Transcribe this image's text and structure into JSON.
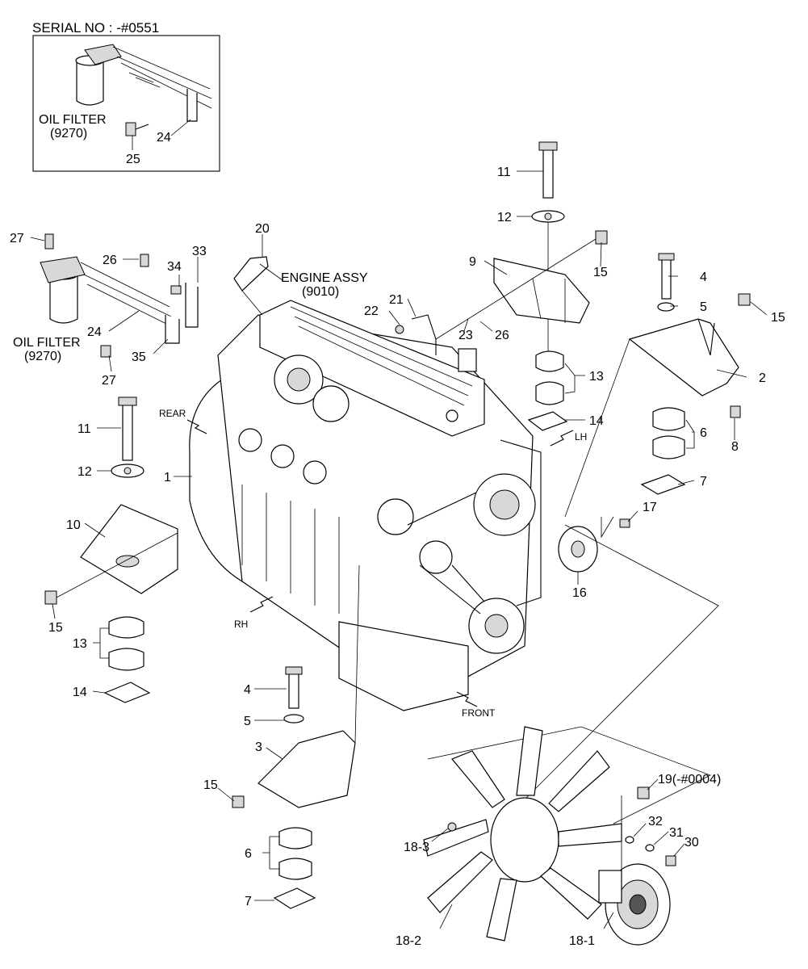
{
  "inset": {
    "serial_no": "SERIAL NO : -#0551",
    "oil_filter_label": "OIL FILTER",
    "oil_filter_code": "(9270)",
    "callouts": {
      "c24": "24",
      "c25": "25"
    }
  },
  "main": {
    "engine_label": "ENGINE ASSY",
    "engine_code": "(9010)",
    "oil_filter_label": "OIL FILTER",
    "oil_filter_code": "(9270)",
    "directions": {
      "rear": "REAR",
      "lh": "LH",
      "rh": "RH",
      "front": "FRONT"
    },
    "callouts": {
      "p1": "1",
      "p2": "2",
      "p3": "3",
      "p4a": "4",
      "p4b": "4",
      "p5a": "5",
      "p5b": "5",
      "p6a": "6",
      "p6b": "6",
      "p7a": "7",
      "p7b": "7",
      "p8": "8",
      "p9": "9",
      "p10": "10",
      "p11a": "11",
      "p11b": "11",
      "p12a": "12",
      "p12b": "12",
      "p13a": "13",
      "p13b": "13",
      "p14a": "14",
      "p14b": "14",
      "p15a": "15",
      "p15b": "15",
      "p15c": "15",
      "p15d": "15",
      "p16": "16",
      "p17": "17",
      "p18_1": "18-1",
      "p18_2": "18-2",
      "p18_3": "18-3",
      "p19": "19(-#0004)",
      "p20": "20",
      "p21": "21",
      "p22": "22",
      "p23": "23",
      "p24": "24",
      "p26a": "26",
      "p26b": "26",
      "p27a": "27",
      "p27b": "27",
      "p30": "30",
      "p31": "31",
      "p32": "32",
      "p33": "33",
      "p34": "34",
      "p35": "35"
    }
  }
}
